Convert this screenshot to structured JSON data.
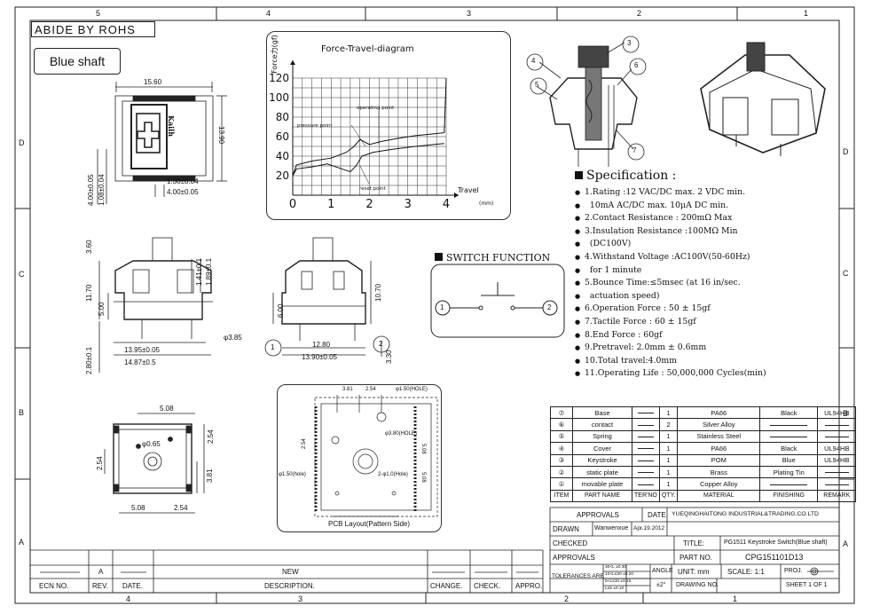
{
  "header": {
    "rohs": "ABIDE BY ROHS",
    "shaft": "Blue shaft"
  },
  "zones": {
    "top": [
      "5",
      "4",
      "3",
      "2",
      "1"
    ],
    "bottom": [
      "4",
      "3",
      "2",
      "1"
    ],
    "left": [
      "D",
      "C",
      "B",
      "A"
    ],
    "right": [
      "D",
      "C",
      "B",
      "A"
    ]
  },
  "dims": {
    "top_w": "15.60",
    "top_h": "13.90",
    "top_l1": "4.00±0.05",
    "top_l2": "1.08±0.04",
    "top_b1": "1.30±0.04",
    "top_b2": "4.00±0.05",
    "brand": "Kailh",
    "front_a": "3.60",
    "front_b": "11.70",
    "front_c": "5.00",
    "front_d": "2.80±0.1",
    "front_e": "1.41±0.1",
    "front_f": "1.89±0.1",
    "front_g": "13.95±0.05",
    "front_h": "14.87±0.5",
    "front_pin": "φ3.85",
    "side_a": "6.00",
    "side_b": "10.70",
    "side_c": "12.80",
    "side_d": "13.90±0.05",
    "side_e": "3.30",
    "bot_a": "5.08",
    "bot_b": "2.54",
    "bot_c": "φ0.65",
    "bot_d": "2.54",
    "bot_e": "3.81",
    "bot_f": "5.08",
    "bot_g": "2.54",
    "pcb_a": "3.81",
    "pcb_b": "2.54",
    "pcb_c": "φ1.50(HOLE)",
    "pcb_d": "φ3.80(HOLE)",
    "pcb_e": "φ1.50(hole)",
    "pcb_f": "2-φ1.0(Hole)",
    "pcb_g": "5.08",
    "pcb_h": "2.54",
    "pcb_i": "5.08",
    "pcb_caption": "PCB Layout(Pattern Side)"
  },
  "callouts": [
    "1",
    "2",
    "3",
    "4",
    "5",
    "6",
    "7"
  ],
  "graph": {
    "title": "Force-Travel-diagram",
    "ylabel": "Force力(gf)",
    "xlabel": "Travel",
    "xunit": "(mm)",
    "yticks": [
      "120",
      "100",
      "80",
      "60",
      "40",
      "20"
    ],
    "xticks": [
      "0",
      "1",
      "2",
      "3",
      "4"
    ],
    "ann_operating": "operating point",
    "ann_pressure": "pressure point",
    "ann_reset": "reset point"
  },
  "chart_data": {
    "type": "line",
    "title": "Force-Travel-diagram",
    "xlabel": "Travel",
    "ylabel": "Force力(gf)",
    "xlim": [
      0,
      4
    ],
    "ylim": [
      0,
      120
    ],
    "grid": true,
    "series": [
      {
        "x": [
          0,
          0.1,
          0.5,
          1.0,
          1.4,
          1.6,
          1.75,
          2.0,
          2.3,
          2.7,
          3.2,
          3.7,
          3.95,
          4.0
        ],
        "y": [
          20,
          31,
          35,
          38,
          44,
          50,
          57,
          52,
          55,
          58,
          61,
          63,
          64,
          120
        ]
      },
      {
        "x": [
          0,
          0.1,
          0.5,
          0.9,
          1.2,
          1.5,
          1.65,
          1.8,
          2.1,
          2.6,
          3.2,
          3.7,
          3.95
        ],
        "y": [
          20,
          27,
          29,
          32,
          28,
          24,
          30,
          40,
          44,
          47,
          50,
          52,
          53
        ]
      }
    ]
  },
  "switch_function": {
    "title": "SWITCH FUNCTION",
    "left": "1",
    "right": "2"
  },
  "spec": {
    "title": "Specification :",
    "items": [
      "1.Rating :12 VAC/DC max. 2 VDC min.",
      "  10mA AC/DC max. 10μA DC min.",
      "2.Contact Resistance : 200mΩ Max",
      "3.Insulation Resistance :100MΩ Min",
      "  (DC100V)",
      "4.Withstand Voltage :AC100V(50-60Hz)",
      "  for 1 minute",
      "5.Bounce Time:≤5msec (at 16 in/sec.",
      "  actuation speed)",
      "6.Operation Force : 50 ± 15gf",
      "7.Tactile Force : 60 ± 15gf",
      "8.End Force : 60gf",
      "9.Pretravel: 2.0mm ± 0.6mm",
      "10.Total travel:4.0mm",
      "11.Operating Life : 50,000,000 Cycles(min)"
    ]
  },
  "bom": {
    "rows": [
      {
        "no": "⑦",
        "name": "Base",
        "ter": "",
        "qty": "1",
        "material": "PA66",
        "finishing": "Black",
        "remark": "UL94HB"
      },
      {
        "no": "⑥",
        "name": "contact",
        "ter": "",
        "qty": "2",
        "material": "Silver Alloy",
        "finishing": "",
        "remark": ""
      },
      {
        "no": "⑤",
        "name": "Spring",
        "ter": "",
        "qty": "1",
        "material": "Stainless Steel",
        "finishing": "",
        "remark": ""
      },
      {
        "no": "④",
        "name": "Cover",
        "ter": "",
        "qty": "1",
        "material": "PA66",
        "finishing": "Black",
        "remark": "UL94HB"
      },
      {
        "no": "③",
        "name": "Keystroke",
        "ter": "",
        "qty": "1",
        "material": "POM",
        "finishing": "Blue",
        "remark": "UL94HB"
      },
      {
        "no": "②",
        "name": "static plate",
        "ter": "",
        "qty": "1",
        "material": "Brass",
        "finishing": "Plating Tin",
        "remark": ""
      },
      {
        "no": "①",
        "name": "movable plate",
        "ter": "",
        "qty": "1",
        "material": "Copper Alloy",
        "finishing": "",
        "remark": ""
      }
    ],
    "header": {
      "no": "ITEM",
      "name": "PART NAME",
      "ter": "TER'NO",
      "qty": "QTY.",
      "material": "MATERIAL",
      "finishing": "FINISHING",
      "remark": "REMARK"
    }
  },
  "title_block": {
    "approvals": "APPROVALS",
    "date": "DATE",
    "company": "YUEQINGHAITONG INDUSTRIAL&TRADING.CO.LTD",
    "drawn": "DRAWN",
    "drawn_by": "Wanwenxue",
    "drawn_date": "Apr.19.2012",
    "checked": "CHECKED",
    "title_lbl": "TITLE:",
    "title_val": "PG1511 Keystroke Switch(Blue shaft)",
    "approvals2": "APPROVALS",
    "partno_lbl": "PART NO.",
    "partno_val": "CPG151101D13",
    "tol_lbl": "TOLERANCES ARE",
    "tol_rows": [
      "30<L ±0.30",
      "10<L≤30 ±0.20",
      "5<L≤10 ±0.15",
      "L≤5 ±0.10"
    ],
    "angle": "ANGLE",
    "angle_val": "±2°",
    "unit": "UNIT: mm",
    "scale": "SCALE: 1:1",
    "proj": "PROJ.",
    "drawing_no": "DRAWING NO.",
    "sheet": "SHEET 1 OF 1"
  },
  "revision": {
    "rev_val": "A",
    "new": "NEW",
    "cols": [
      "ECN NO.",
      "REV.",
      "DATE.",
      "DESCRIPTION.",
      "CHANGE.",
      "CHECK.",
      "APPRO."
    ]
  }
}
